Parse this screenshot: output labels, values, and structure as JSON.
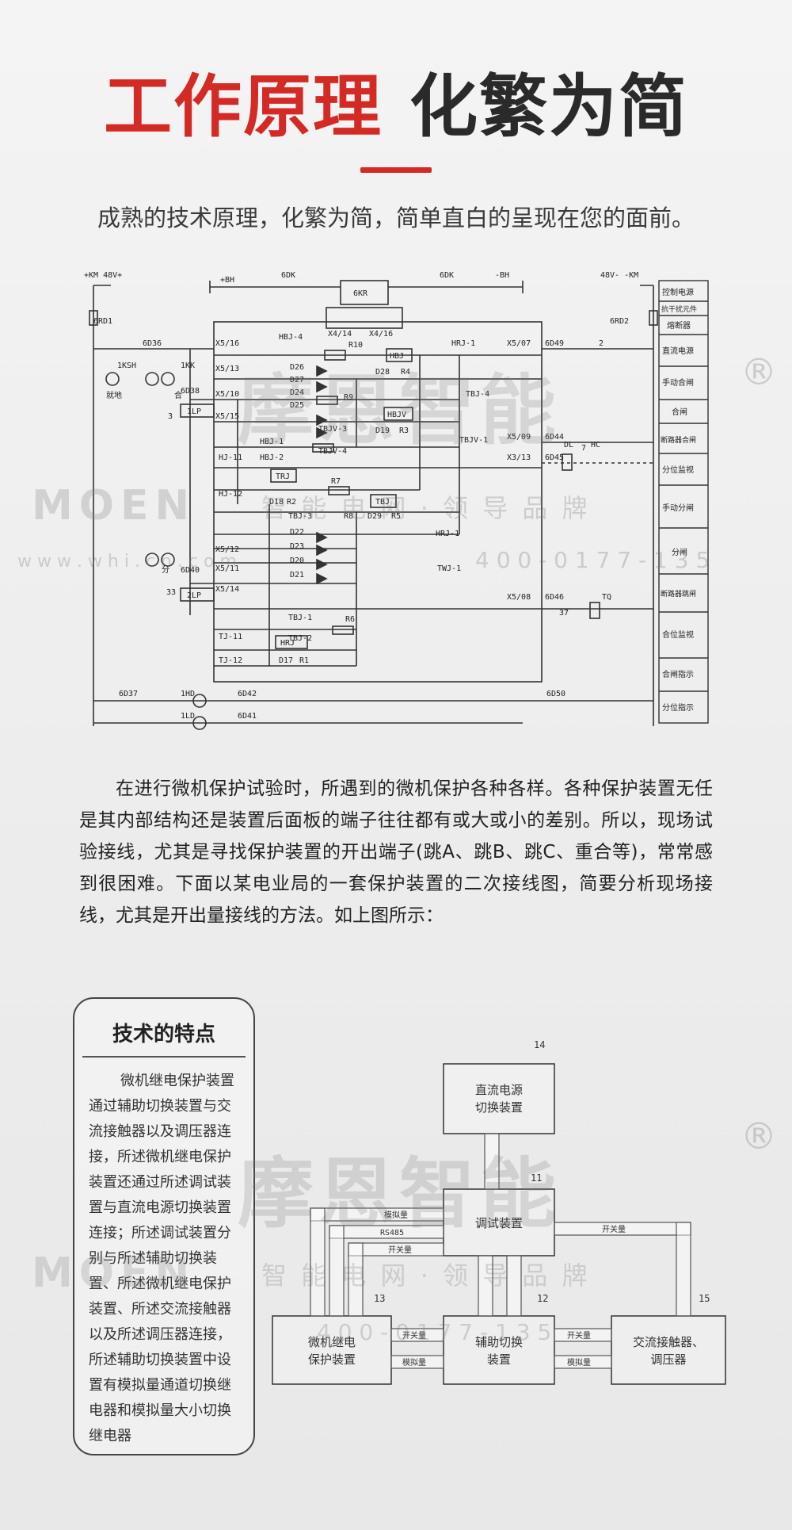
{
  "header": {
    "title_part1": "工作原理",
    "title_part2": "化繁为简",
    "subtitle": "成熟的技术原理，化繁为简，简单直白的呈现在您的面前。"
  },
  "circuit": {
    "top_labels": {
      "left_power": "+KM 48V+",
      "bh_plus": "+BH",
      "dk6": "6DK",
      "dk6_b": "6DK",
      "bh_minus": "-BH",
      "right_power": "48V- -KM",
      "kr": "6KR",
      "rd1": "6RD1",
      "rd2": "6RD2",
      "x4_14": "X4/14",
      "x4_16": "X4/16"
    },
    "legend": [
      "控制电源",
      "抗干扰元件",
      "熔断器",
      "直流电源",
      "手动合闸",
      "合闸",
      "断路器合闸",
      "分位监视",
      "手动分闸",
      "分闸",
      "断路器跳闸",
      "合位监视",
      "合闸指示",
      "分位指示"
    ],
    "terminals": [
      "X5/16",
      "X5/13",
      "X5/10",
      "X5/15",
      "X5/12",
      "X5/11",
      "X5/14",
      "X5/07",
      "X5/09",
      "X3/13",
      "X5/08"
    ],
    "components": [
      "HBJ-4",
      "HBJ",
      "HRJ-1",
      "D26",
      "D27",
      "D24",
      "D25",
      "R10",
      "R9",
      "R4",
      "D28",
      "HBJV",
      "D19",
      "R3",
      "TBJ-4",
      "TBJV-3",
      "TBJV-4",
      "TBJV-1",
      "HBJ-1",
      "HBJ-2",
      "HJ-11",
      "HJ-12",
      "TRJ",
      "R7",
      "D18",
      "R2",
      "TBJ-3",
      "R8",
      "TBJ",
      "D29",
      "R5",
      "HRJ-1",
      "TWJ-1",
      "D22",
      "D23",
      "D20",
      "D21",
      "TBJ-1",
      "TBJ-2",
      "HRJ",
      "R6",
      "D17",
      "R1",
      "TJ-11",
      "TJ-12",
      "1LP",
      "2LP",
      "1KSH",
      "1KK",
      "HC",
      "DL",
      "TQ"
    ],
    "nodes": [
      "6D36",
      "6D38",
      "6D40",
      "6D49",
      "6D44",
      "6D45",
      "6D46",
      "6D37",
      "6D42",
      "6D41",
      "6D50",
      "1HD",
      "1LD"
    ],
    "side_labels": [
      "就地",
      "合",
      "分",
      "2",
      "3",
      "33",
      "7",
      "37"
    ]
  },
  "watermark": {
    "brand": "摩恩智能",
    "brand_en": "MOEN",
    "slogan": "智 能 电 网 · 领 导 品 牌",
    "site": "w w w . w h i . c n . c o m",
    "phone": "4 0 0 - 0 1 7 7 - 1 3 5",
    "registered": "®"
  },
  "paragraph": "在进行微机保护试验时，所遇到的微机保护各种各样。各种保护装置无任是其内部结构还是装置后面板的端子往往都有或大或小的差别。所以，现场试验接线，尤其是寻找保护装置的开出端子(跳A、跳B、跳C、重合等)，常常感到很困难。下面以某电业局的一套保护装置的二次接线图，简要分析现场接线，尤其是开出量接线的方法。如上图所示：",
  "features": {
    "title": "技术的特点",
    "text": "微机继电保护装置通过辅助切换装置与交流接触器以及调压器连接，所述微机继电保护装置还通过所述调试装置与直流电源切换装置连接；所述调试装置分别与所述辅助切换装置、所述微机继电保护装置、所述交流接触器以及所述调压器连接，所述辅助切换装置中设置有模拟量通道切换继电器和模拟量大小切换继电器"
  },
  "block_diagram": {
    "blocks": [
      {
        "id": "14",
        "line1": "直流电源",
        "line2": "切换装置"
      },
      {
        "id": "11",
        "line1": "调试装置",
        "line2": ""
      },
      {
        "id": "13",
        "line1": "微机继电",
        "line2": "保护装置"
      },
      {
        "id": "12",
        "line1": "辅助切换",
        "line2": "装置"
      },
      {
        "id": "15",
        "line1": "交流接触器、",
        "line2": "调压器"
      }
    ],
    "signal_labels": {
      "analog": "模拟量",
      "switch": "开关量",
      "rs485": "RS485"
    }
  }
}
